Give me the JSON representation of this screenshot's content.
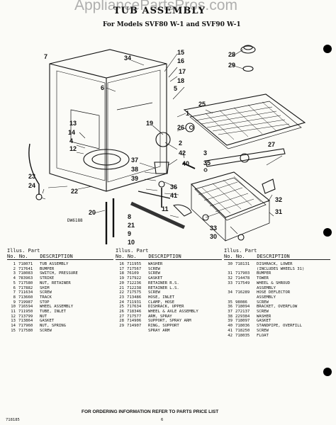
{
  "watermark": "AppliancePartsPros.com",
  "title": "TUB ASSEMBLY",
  "subtitle": "For Models SVF80 W-1 and SVF90 W-1",
  "diagram_code": "DW6188",
  "header": {
    "illus": "Illus.",
    "part": "Part",
    "no": "No.",
    "no2": "No.",
    "description": "DESCRIPTION"
  },
  "callouts": [
    "1",
    "2",
    "3",
    "4",
    "5",
    "6",
    "7",
    "8",
    "9",
    "10",
    "11",
    "12",
    "13",
    "14",
    "15",
    "16",
    "17",
    "18",
    "19",
    "20",
    "21",
    "22",
    "23",
    "24",
    "25",
    "26",
    "27",
    "28",
    "29",
    "30",
    "31",
    "32",
    "33",
    "34",
    "35",
    "36",
    "37",
    "38",
    "39",
    "40",
    "41",
    "42"
  ],
  "parts_columns": [
    [
      {
        "n": "1",
        "p": "718071",
        "d": "TUB ASSEMBLY"
      },
      {
        "n": "2",
        "p": "717641",
        "d": "BUMPER"
      },
      {
        "n": "3",
        "p": "718083",
        "d": "SWITCH, PRESSURE"
      },
      {
        "n": "4",
        "p": "783963",
        "d": "STRIKE"
      },
      {
        "n": "5",
        "p": "717580",
        "d": "NUT, RETAINER"
      },
      {
        "n": "6",
        "p": "717882",
        "d": "SHIM"
      },
      {
        "n": "7",
        "p": "711634",
        "d": "SCREW"
      },
      {
        "n": "8",
        "p": "713660",
        "d": "TRACK"
      },
      {
        "n": "9",
        "p": "719987",
        "d": "STOP"
      },
      {
        "n": "10",
        "p": "716594",
        "d": "WHEEL ASSEMBLY"
      },
      {
        "n": "11",
        "p": "711950",
        "d": "TUBE, INLET"
      },
      {
        "n": "12",
        "p": "713799",
        "d": "NUT"
      },
      {
        "n": "13",
        "p": "713864",
        "d": "GASKET"
      },
      {
        "n": "14",
        "p": "717960",
        "d": "NUT, SPRING"
      },
      {
        "n": "15",
        "p": "717580",
        "d": "SCREW"
      }
    ],
    [
      {
        "n": "16",
        "p": "711955",
        "d": "WASHER"
      },
      {
        "n": "17",
        "p": "717567",
        "d": "SCREW"
      },
      {
        "n": "18",
        "p": "76109",
        "d": "SCREW"
      },
      {
        "n": "19",
        "p": "717922",
        "d": "GASKET"
      },
      {
        "n": "20",
        "p": "712236",
        "d": "RETAINER R.S."
      },
      {
        "n": "21",
        "p": "712238",
        "d": "RETAINER L.S."
      },
      {
        "n": "22",
        "p": "717575",
        "d": "SCREW"
      },
      {
        "n": "23",
        "p": "713486",
        "d": "HOSE, INLET"
      },
      {
        "n": "24",
        "p": "711931",
        "d": "CLAMP, HOSE"
      },
      {
        "n": "25",
        "p": "717634",
        "d": "DISHRACK, UPPER"
      },
      {
        "n": "26",
        "p": "718346",
        "d": "WHEEL & AXLE ASSEMBLY"
      },
      {
        "n": "27",
        "p": "717577",
        "d": "ARM, SPRAY"
      },
      {
        "n": "28",
        "p": "714906",
        "d": "SUPPORT, SPRAY ARM"
      },
      {
        "n": "29",
        "p": "714907",
        "d": "RING, SUPPORT"
      },
      {
        "n": "",
        "p": "",
        "d": "SPRAY ARM"
      }
    ],
    [
      {
        "n": "30",
        "p": "718131",
        "d": "DISHRACK, LOWER"
      },
      {
        "n": "",
        "p": "",
        "d": "(INCLUDES WHEELS 31)"
      },
      {
        "n": "31",
        "p": "717903",
        "d": "BUMPER"
      },
      {
        "n": "32",
        "p": "714478",
        "d": "TOWER"
      },
      {
        "n": "33",
        "p": "717549",
        "d": "WHEEL & SHROUD"
      },
      {
        "n": "",
        "p": "",
        "d": "ASSEMBLY"
      },
      {
        "n": "34",
        "p": "716289",
        "d": "HOSE DEFLECTOR"
      },
      {
        "n": "",
        "p": "",
        "d": "ASSEMBLY"
      },
      {
        "n": "35",
        "p": "98086",
        "d": "SCREW"
      },
      {
        "n": "36",
        "p": "718094",
        "d": "BRACKET, OVERFLOW"
      },
      {
        "n": "37",
        "p": "272137",
        "d": "SCREW"
      },
      {
        "n": "38",
        "p": "229384",
        "d": "WASHER"
      },
      {
        "n": "39",
        "p": "718097",
        "d": "GASKET"
      },
      {
        "n": "40",
        "p": "718036",
        "d": "STANDPIPE, OVERFILL"
      },
      {
        "n": "41",
        "p": "718250",
        "d": "SCREW"
      },
      {
        "n": "42",
        "p": "718035",
        "d": "FLOAT"
      }
    ]
  ],
  "footer_note": "FOR ORDERING INFORMATION REFER TO PARTS PRICE LIST",
  "page_code": "718185",
  "page_number": "6"
}
